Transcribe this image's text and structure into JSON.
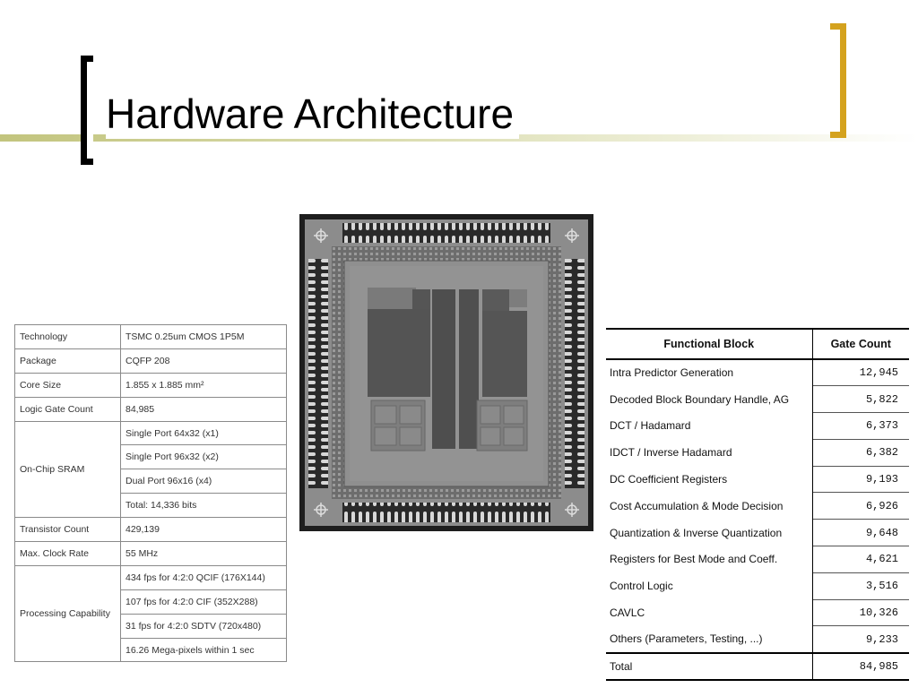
{
  "slide": {
    "title": "Hardware Architecture"
  },
  "spec_table": {
    "rows": [
      {
        "key": "Technology",
        "values": [
          "TSMC 0.25um CMOS 1P5M"
        ]
      },
      {
        "key": "Package",
        "values": [
          "CQFP 208"
        ]
      },
      {
        "key": "Core Size",
        "values": [
          "1.855 x 1.885 mm²"
        ]
      },
      {
        "key": "Logic Gate Count",
        "values": [
          "84,985"
        ]
      },
      {
        "key": "On-Chip SRAM",
        "values": [
          "Single Port 64x32 (x1)",
          "Single Port 96x32 (x2)",
          "Dual Port 96x16 (x4)",
          "Total: 14,336 bits"
        ]
      },
      {
        "key": "Transistor Count",
        "values": [
          "429,139"
        ]
      },
      {
        "key": "Max. Clock Rate",
        "values": [
          "55 MHz"
        ]
      },
      {
        "key": "Processing Capability",
        "values": [
          "434 fps for 4:2:0 QCIF (176X144)",
          "107 fps for 4:2:0 CIF (352X288)",
          "31 fps for 4:2:0 SDTV (720x480)",
          "16.26 Mega-pixels within 1 sec"
        ]
      }
    ]
  },
  "gate_table": {
    "headers": {
      "block": "Functional Block",
      "count": "Gate Count"
    },
    "rows": [
      {
        "block": "Intra Predictor Generation",
        "count": "12,945"
      },
      {
        "block": "Decoded Block Boundary Handle, AG",
        "count": "5,822"
      },
      {
        "block": "DCT / Hadamard",
        "count": "6,373"
      },
      {
        "block": "IDCT / Inverse Hadamard",
        "count": "6,382"
      },
      {
        "block": "DC Coefficient Registers",
        "count": "9,193"
      },
      {
        "block": "Cost Accumulation & Mode Decision",
        "count": "6,926"
      },
      {
        "block": "Quantization & Inverse Quantization",
        "count": "9,648"
      },
      {
        "block": "Registers for Best Mode and Coeff.",
        "count": "4,621"
      },
      {
        "block": "Control Logic",
        "count": "3,516"
      },
      {
        "block": "CAVLC",
        "count": "10,326"
      },
      {
        "block": "Others (Parameters, Testing, ...)",
        "count": "9,233"
      }
    ],
    "total": {
      "block": "Total",
      "count": "84,985"
    }
  },
  "colors": {
    "title_rule": "#c2c47d",
    "accent_bracket": "#d4a21e"
  }
}
